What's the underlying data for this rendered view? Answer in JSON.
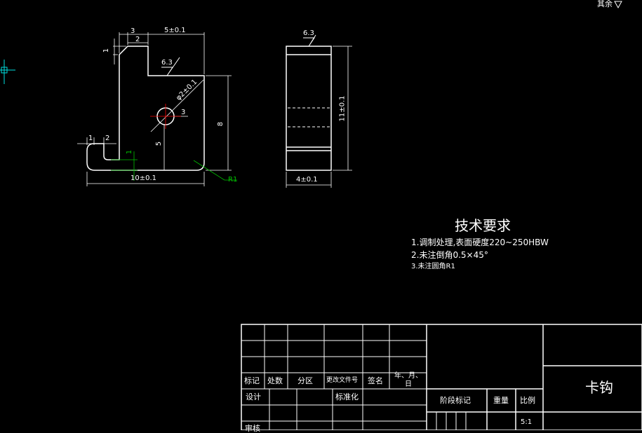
{
  "colors": {
    "background": "#000000",
    "line": "#ffffff",
    "green": "#00c000",
    "red": "#ff0000",
    "cursor": "#00e0e0"
  },
  "top_right_mark": "其余",
  "front_view": {
    "dims": {
      "top_3": "3",
      "top_2": "2",
      "top_1": "1",
      "width_5": "5±0.1",
      "hole_dia": "φ2±0.1",
      "hole_3": "3",
      "height_8": "8",
      "height_5": "5",
      "left_1": "1",
      "left_2": "2",
      "small_1": "1",
      "bottom_10": "10±0.1",
      "radius": "R1"
    },
    "roughness": "6.3"
  },
  "side_view": {
    "roughness": "6.3",
    "height": "11±0.1",
    "width": "4±0.1"
  },
  "tech_req": {
    "title": "技术要求",
    "line1": "1.调制处理,表面硬度220~250HBW",
    "line2": "2.未注倒角0.5×45°",
    "line3": "3.未注圆角R1"
  },
  "title_block": {
    "mark": "标记",
    "count": "处数",
    "zone": "分区",
    "change_doc": "更改文件号",
    "sign": "签名",
    "date": "年、月、日",
    "design": "设计",
    "standard": "标准化",
    "review": "审核",
    "stage": "阶段标记",
    "weight": "重量",
    "scale": "比例",
    "scale_value": "5:1",
    "part_name": "卡钩"
  }
}
